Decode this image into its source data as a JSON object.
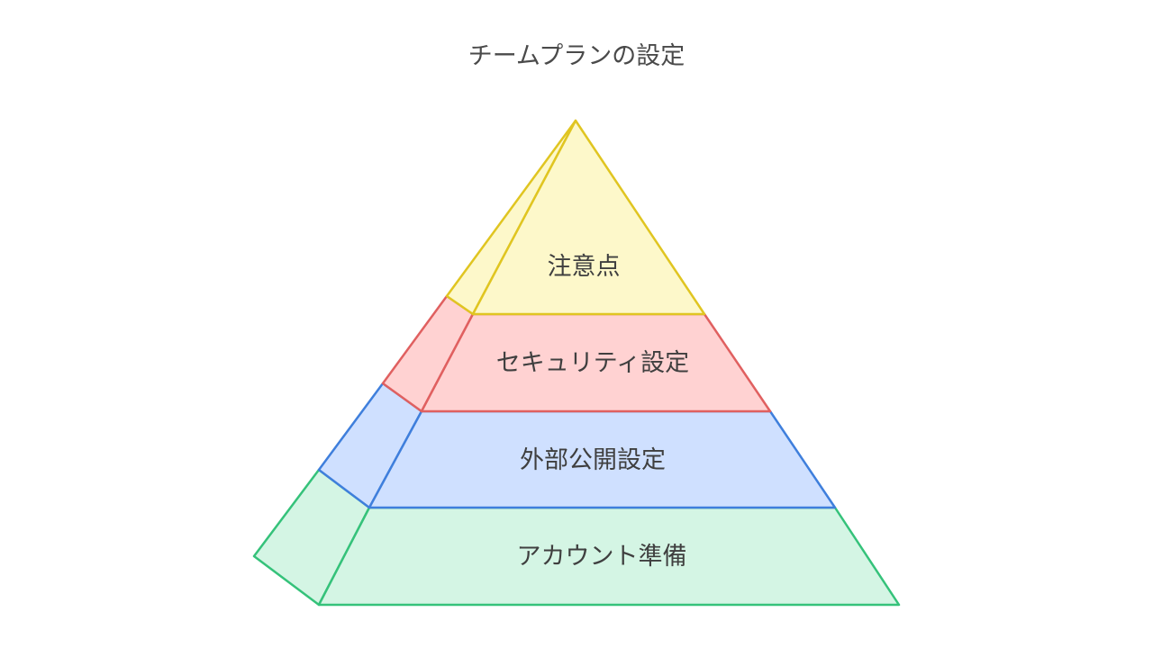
{
  "title": "チームプランの設定",
  "tiers": [
    {
      "label": "注意点",
      "fill": "#fdf8ca",
      "side_fill": "#fdf8ca",
      "stroke": "#e0c521"
    },
    {
      "label": "セキュリティ設定",
      "fill": "#ffd2d2",
      "side_fill": "#ffd2d2",
      "stroke": "#e06060"
    },
    {
      "label": "外部公開設定",
      "fill": "#cfe0ff",
      "side_fill": "#cfe0ff",
      "stroke": "#3f7fdc"
    },
    {
      "label": "アカウント準備",
      "fill": "#d4f5e4",
      "side_fill": "#d4f5e4",
      "stroke": "#35c27a"
    }
  ]
}
